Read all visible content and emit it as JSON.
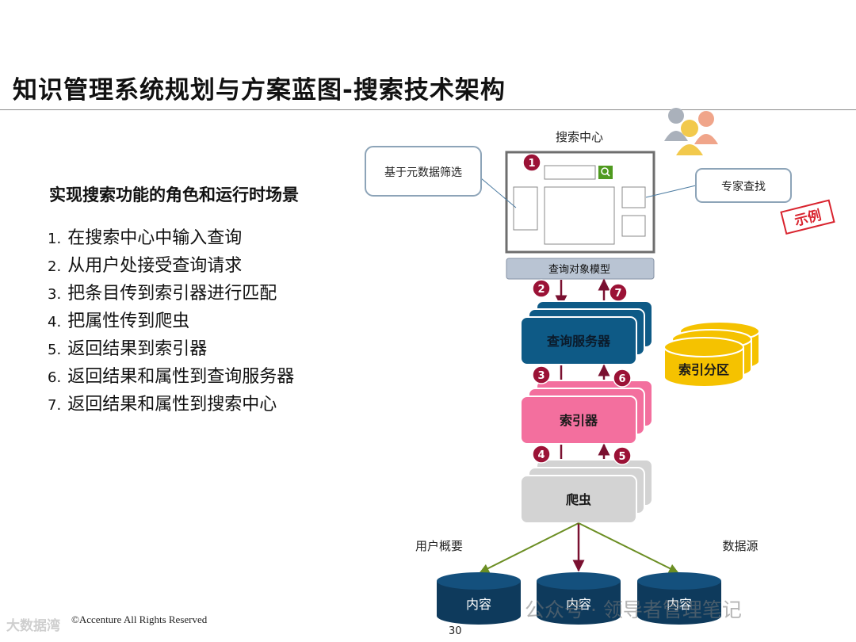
{
  "title": "知识管理系统规划与方案蓝图-搜索技术架构",
  "subtitle": "实现搜索功能的角色和运行时场景",
  "steps": [
    {
      "num": "1.",
      "text": "在搜索中心中输入查询"
    },
    {
      "num": "2.",
      "text": "从用户处接受查询请求"
    },
    {
      "num": "3.",
      "text": "把条目传到索引器进行匹配"
    },
    {
      "num": "4.",
      "text": "把属性传到爬虫"
    },
    {
      "num": "5.",
      "text": "返回结果到索引器"
    },
    {
      "num": "6.",
      "text": "返回结果和属性到查询服务器"
    },
    {
      "num": "7.",
      "text": "返回结果和属性到搜索中心"
    }
  ],
  "diagram": {
    "search_center_label": "搜索中心",
    "metadata_filter_label": "基于元数据筛选",
    "expert_search_label": "专家查找",
    "example_stamp": "示例",
    "query_object_model_label": "查询对象模型",
    "query_server_label": "查询服务器",
    "indexer_label": "索引器",
    "crawler_label": "爬虫",
    "index_partition_label": "索引分区",
    "user_profile_label": "用户概要",
    "data_source_label": "数据源",
    "content_labels": [
      "内容",
      "内容",
      "内容"
    ],
    "step_badges": [
      "1",
      "2",
      "3",
      "4",
      "5",
      "6",
      "7"
    ],
    "colors": {
      "query_server": "#0e5a86",
      "indexer": "#f36f9e",
      "crawler": "#d3d3d3",
      "index_partition": "#f5c200",
      "content_db": "#0e3a5c",
      "arrow": "#7a1030",
      "connector": "#6b8e23",
      "badge": "#9b1236"
    }
  },
  "footer": {
    "copyright": "©Accenture   All Rights Reserved",
    "page_number": "30",
    "logo_text": "大数据湾",
    "watermark": "公众号 · 领导者管理笔记"
  }
}
